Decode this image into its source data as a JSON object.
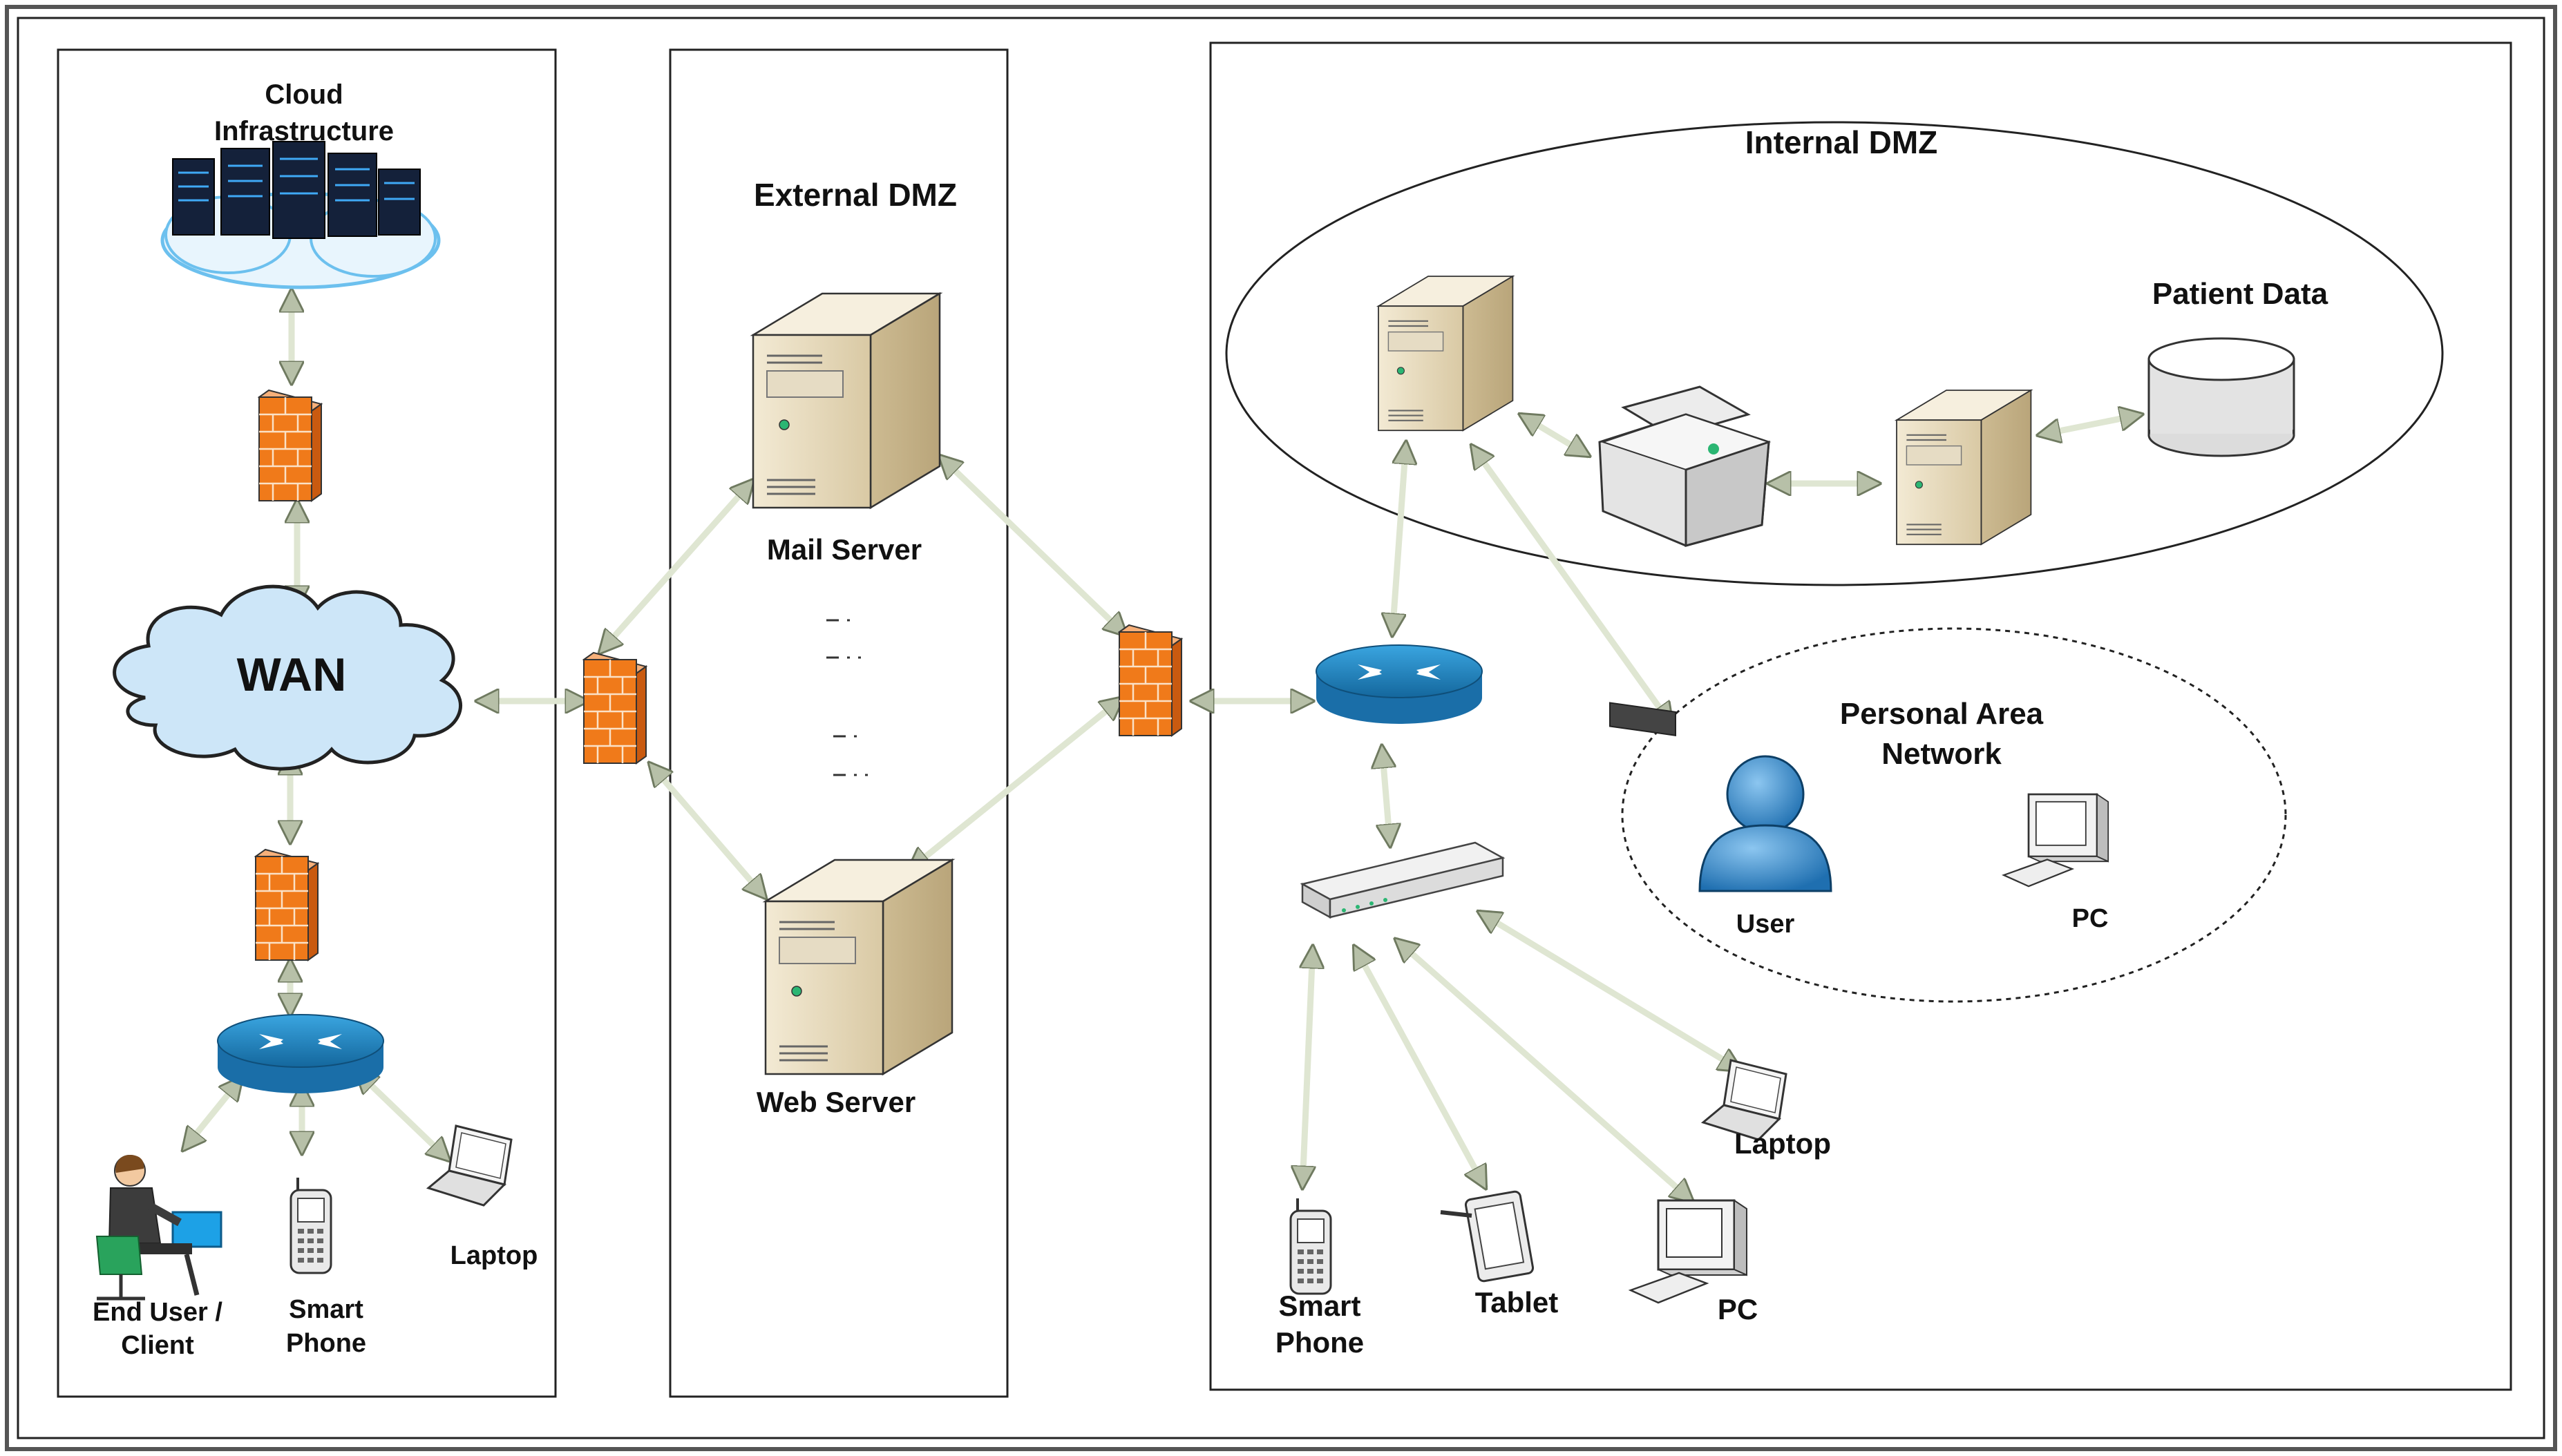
{
  "zones": {
    "left": {
      "cloud_label_line1": "Cloud",
      "cloud_label_line2": "Infrastructure"
    },
    "middle": {
      "title": "External DMZ"
    },
    "right": {
      "internal_title": "Internal DMZ",
      "pan_line1": "Personal Area",
      "pan_line2": "Network"
    }
  },
  "nodes": {
    "wan": "WAN",
    "mail_server": "Mail Server",
    "web_server": "Web Server",
    "patient_data": "Patient Data",
    "pan_user": "User",
    "pan_pc": "PC",
    "left_end_user_line1": "End User /",
    "left_end_user_line2": "Client",
    "left_phone_line1": "Smart",
    "left_phone_line2": "Phone",
    "left_laptop": "Laptop",
    "right_phone_line1": "Smart",
    "right_phone_line2": "Phone",
    "right_tablet": "Tablet",
    "right_pc": "PC",
    "right_laptop": "Laptop"
  },
  "colors": {
    "firewall": "#f07a1a",
    "router": "#1f87c7",
    "wan_cloud": "#cde6f8",
    "connector": "#dfe6d2",
    "server_beige": "#e8dcc0"
  }
}
